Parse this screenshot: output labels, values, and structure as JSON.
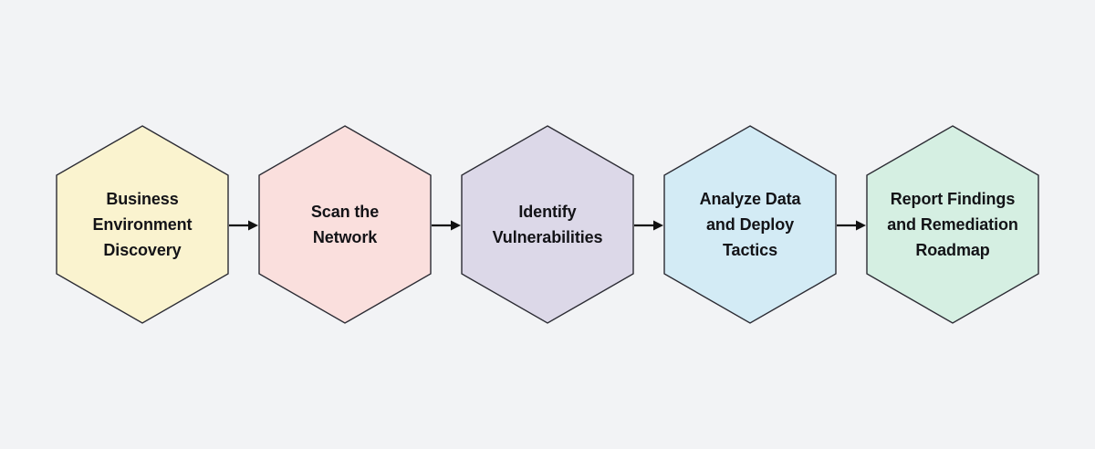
{
  "diagram": {
    "type": "process-flow",
    "orientation": "horizontal",
    "background_color": "#f2f3f5",
    "node_shape": "hexagon",
    "border_color": "#2b2b33",
    "text_color": "#131317",
    "arrow_color": "#111111",
    "nodes": [
      {
        "id": "step-1",
        "label": "Business\nEnvironment\nDiscovery",
        "fill_color": "#faf3cf"
      },
      {
        "id": "step-2",
        "label": "Scan the\nNetwork",
        "fill_color": "#fadfdd"
      },
      {
        "id": "step-3",
        "label": "Identify\nVulnerabilities",
        "fill_color": "#dcd8e8"
      },
      {
        "id": "step-4",
        "label": "Analyze Data\nand Deploy\nTactics",
        "fill_color": "#d3ebf5"
      },
      {
        "id": "step-5",
        "label": "Report Findings\nand Remediation\nRoadmap",
        "fill_color": "#d5efe2"
      }
    ],
    "connectors": [
      {
        "id": "arrow-1",
        "from": "step-1",
        "to": "step-2",
        "icon": "arrow-right-icon"
      },
      {
        "id": "arrow-2",
        "from": "step-2",
        "to": "step-3",
        "icon": "arrow-right-icon"
      },
      {
        "id": "arrow-3",
        "from": "step-3",
        "to": "step-4",
        "icon": "arrow-right-icon"
      },
      {
        "id": "arrow-4",
        "from": "step-4",
        "to": "step-5",
        "icon": "arrow-right-icon"
      }
    ]
  }
}
